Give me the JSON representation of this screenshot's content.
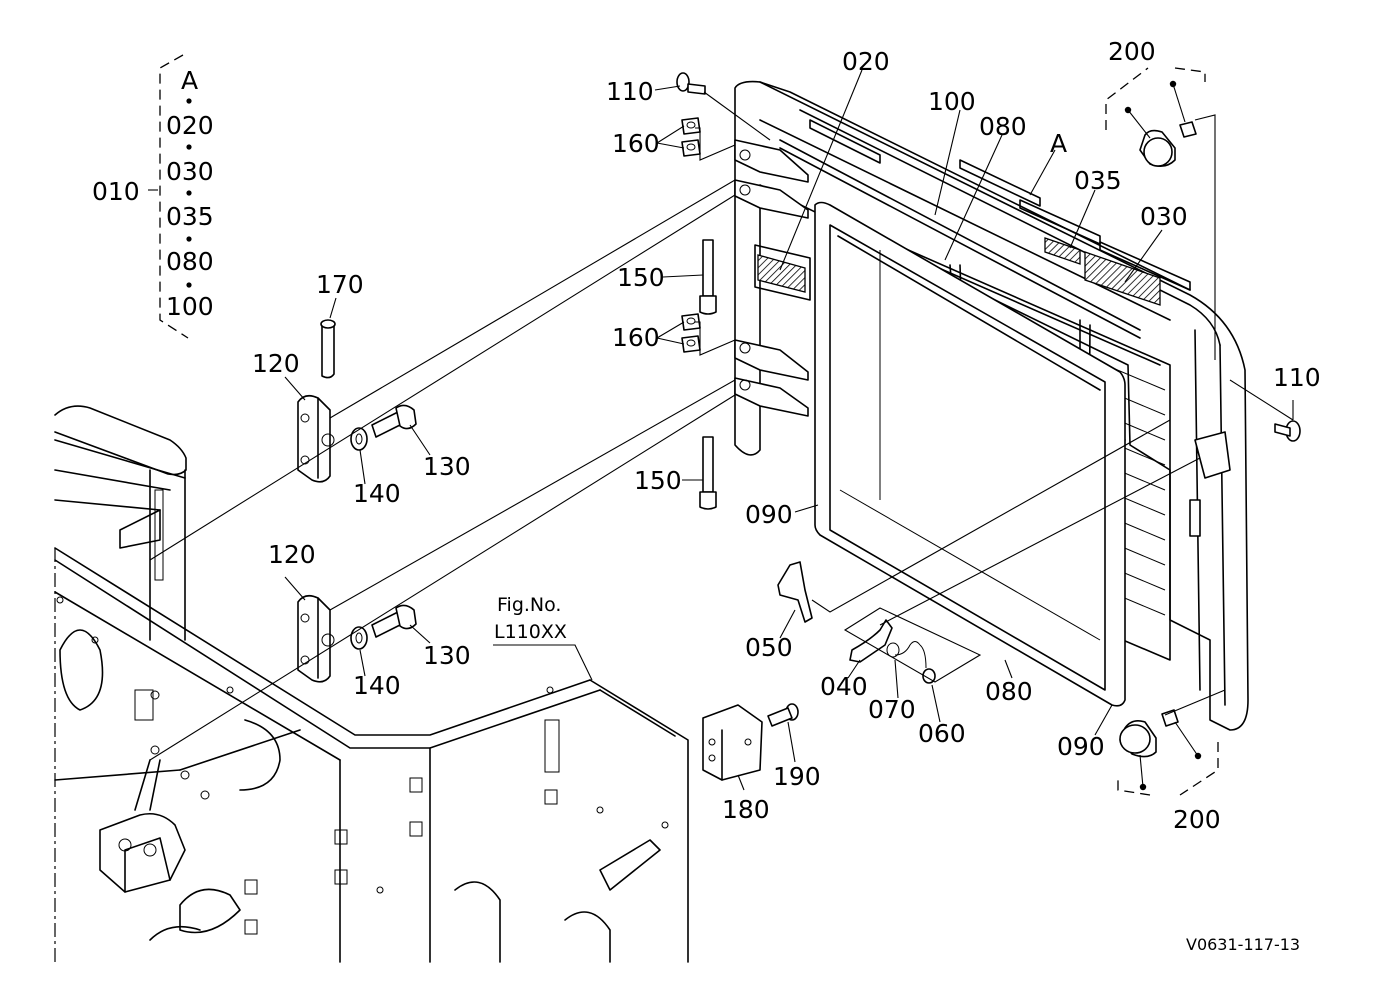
{
  "callouts": {
    "p010": "010",
    "kit_A": "A",
    "kit_020": "020",
    "kit_030": "030",
    "kit_035": "035",
    "kit_080": "080",
    "kit_100": "100",
    "p020": "020",
    "p030": "030",
    "p035": "035",
    "p040": "040",
    "p050": "050",
    "p060": "060",
    "p070": "070",
    "p080_top": "080",
    "p080_bottom": "080",
    "p090_left": "090",
    "p090_right": "090",
    "p100": "100",
    "p110_top": "110",
    "p110_right": "110",
    "p120_upper": "120",
    "p120_lower": "120",
    "p130_upper": "130",
    "p130_lower": "130",
    "p140_upper": "140",
    "p140_lower": "140",
    "p150_upper": "150",
    "p150_lower": "150",
    "p160_upper": "160",
    "p160_lower": "160",
    "p170": "170",
    "p180": "180",
    "p190": "190",
    "p200_top": "200",
    "p200_bottom": "200",
    "view_A": "A"
  },
  "figure_ref": {
    "line1": "Fig.No.",
    "line2": "L110XX"
  },
  "drawing_code": "V0631-117-13"
}
